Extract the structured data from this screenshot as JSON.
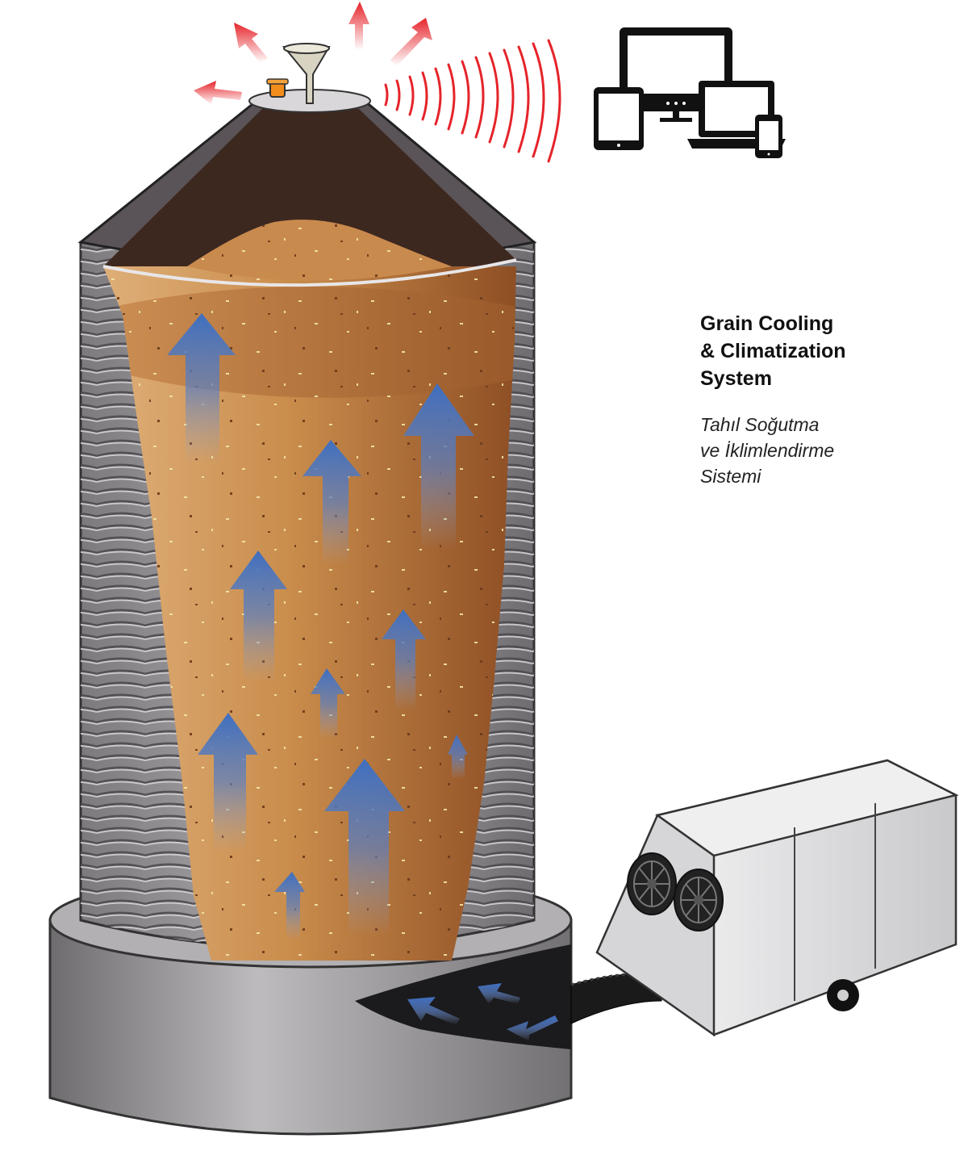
{
  "caption": {
    "title_lines": [
      "Grain Cooling",
      "& Climatization",
      "System"
    ],
    "subtitle_lines": [
      "Tahıl Soğutma",
      "ve İklimlendirme",
      "Sistemi"
    ]
  },
  "icons": {
    "silo": "silo-cutaway-icon",
    "grain": "grain-fill-icon",
    "airflow": "blue-up-arrow-icon",
    "exhaust": "red-heat-arrow-icon",
    "signal": "wireless-signal-icon",
    "devices": "connected-devices-icon",
    "cooling_unit": "grain-cooling-unit-icon",
    "fan": "fan-icon"
  },
  "colors": {
    "grain_light": "#d7a46a",
    "grain_dark": "#8a4a22",
    "roof_inner": "#3d2820",
    "metal": "#8d8a8d",
    "airflow": "#3f6fc0",
    "exhaust": "#e5242a",
    "unit_body": "#e4e4e6"
  }
}
